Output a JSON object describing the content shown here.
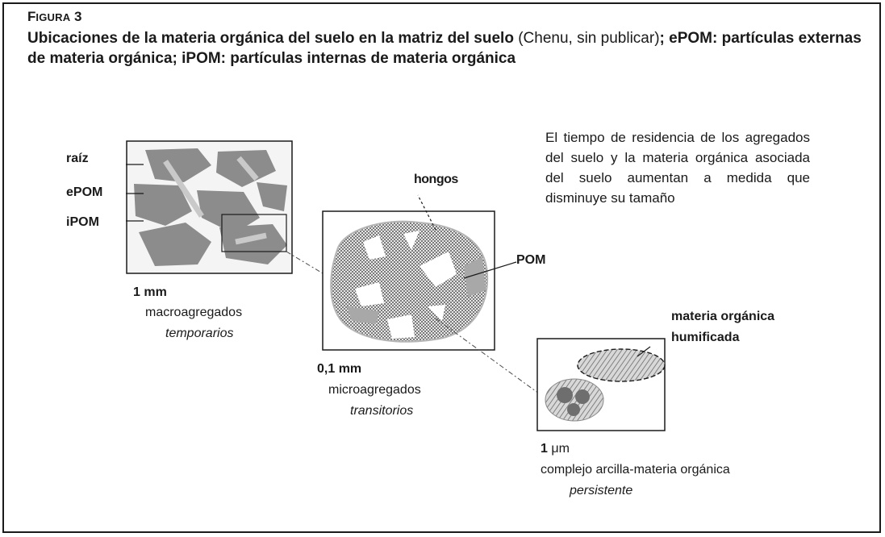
{
  "figure": {
    "label_first": "F",
    "label_rest": "IGURA",
    "label_num": "3",
    "title_bold": "Ubicaciones de la materia orgánica del suelo en la matriz del suelo",
    "title_normal": " (Chenu, sin publicar)",
    "title_bold_2": "; ePOM: partículas externas de materia orgánica; iPOM: partículas internas de materia orgánica"
  },
  "note": "El tiempo de residencia de los agregados del suelo y la materia orgánica asociada del suelo aumentan a medida que disminuye su tamaño",
  "panels": {
    "macro": {
      "labels": [
        "raíz",
        "ePOM",
        "iPOM"
      ],
      "size": "1 mm",
      "name": "macroagregados",
      "stability": "temporarios"
    },
    "micro": {
      "label_top": "hongos",
      "label_right": "POM",
      "size": "0,1 mm",
      "name": "microagregados",
      "stability": "transitorios"
    },
    "complex": {
      "label_line1": "materia orgánica",
      "label_line2": "humificada",
      "size_num": "1 ",
      "size_unit": "μm",
      "name": "complejo arcilla-materia orgánica",
      "stability": "persistente"
    }
  },
  "colors": {
    "frame": "#1a1a1a",
    "aggregate_fill": "#8c8c8c",
    "pom_fill": "#b0b0b0",
    "pore": "#ffffff"
  }
}
